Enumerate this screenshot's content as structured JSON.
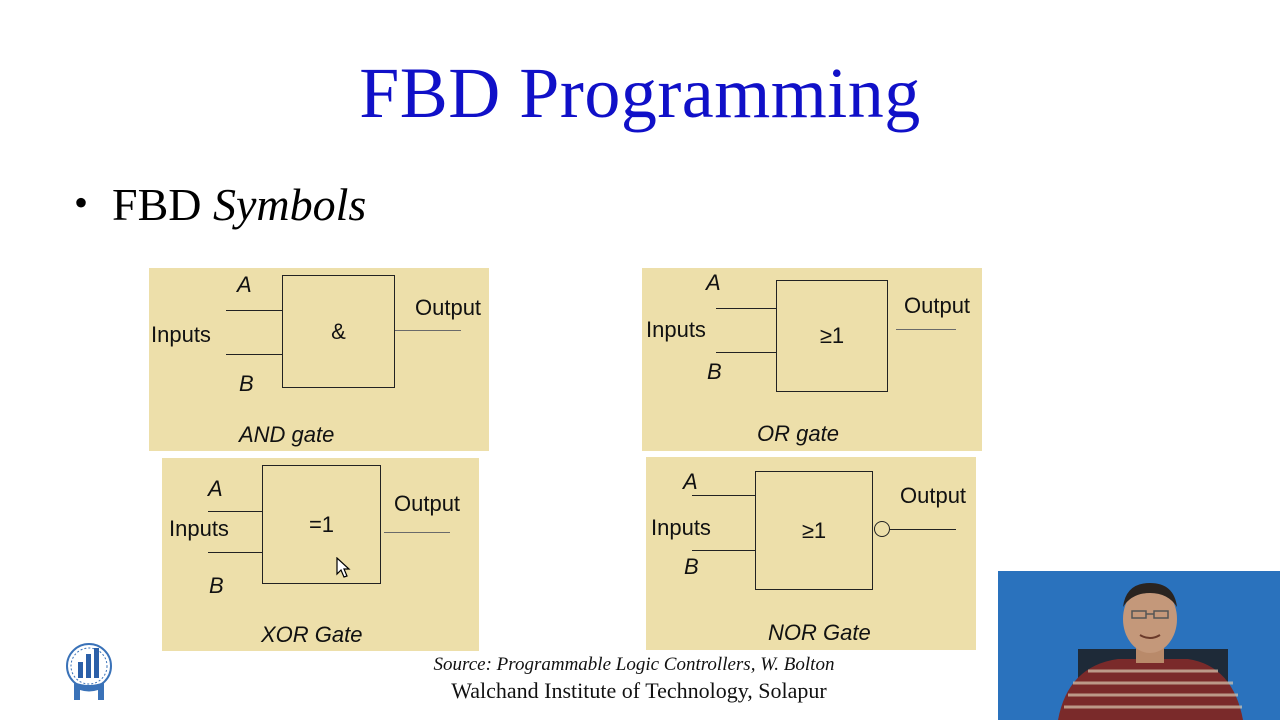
{
  "slide": {
    "title": "FBD Programming",
    "bullet": {
      "prefix": "FBD ",
      "emphasis": "Symbols"
    }
  },
  "diagrams": {
    "and_gate": {
      "caption": "AND gate",
      "symbol": "&",
      "input_a": "A",
      "input_b": "B",
      "inputs_label": "Inputs",
      "output_label": "Output"
    },
    "or_gate": {
      "caption": "OR gate",
      "symbol": "≥1",
      "input_a": "A",
      "input_b": "B",
      "inputs_label": "Inputs",
      "output_label": "Output"
    },
    "xor_gate": {
      "caption": "XOR Gate",
      "symbol": "=1",
      "input_a": "A",
      "input_b": "B",
      "inputs_label": "Inputs",
      "output_label": "Output"
    },
    "nor_gate": {
      "caption": "NOR Gate",
      "symbol": "≥1",
      "input_a": "A",
      "input_b": "B",
      "inputs_label": "Inputs",
      "output_label": "Output"
    }
  },
  "footer": {
    "source": "Source: Programmable Logic Controllers, W. Bolton",
    "institute": "Walchand Institute of Technology, Solapur"
  },
  "colors": {
    "title": "#1010c8",
    "panel": "#eddfaa",
    "video_bg": "#2469b5"
  }
}
